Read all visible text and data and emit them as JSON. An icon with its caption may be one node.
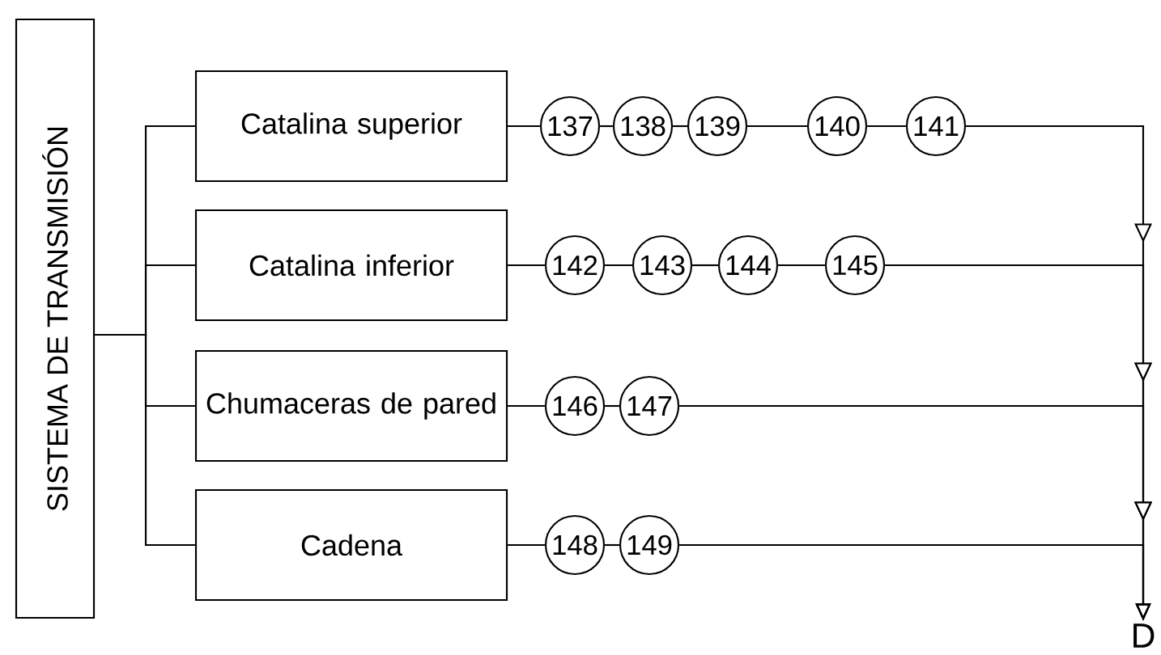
{
  "diagram": {
    "nodes": [
      {
        "text": [
          "SISTEMA DE TRANSMISIÓN"
        ]
      },
      {
        "text": [
          "Catalina superior"
        ]
      },
      {
        "text": [
          "137"
        ]
      },
      {
        "text": [
          "138"
        ]
      },
      {
        "text": [
          "139"
        ]
      },
      {
        "text": [
          "140"
        ]
      },
      {
        "text": [
          "141"
        ]
      },
      {
        "text": [
          "Catalina inferior"
        ]
      },
      {
        "text": [
          "142"
        ]
      },
      {
        "text": [
          "143"
        ]
      },
      {
        "text": [
          "144"
        ]
      },
      {
        "text": [
          "145"
        ]
      },
      {
        "text": [
          "Chumaceras de pared"
        ]
      },
      {
        "text": [
          "146"
        ]
      },
      {
        "text": [
          "147"
        ]
      },
      {
        "text": [
          "Cadena"
        ]
      },
      {
        "text": [
          "148"
        ]
      },
      {
        "text": [
          "149"
        ]
      },
      {
        "text": [
          "D"
        ]
      }
    ],
    "edges": [
      {
        "from": 0,
        "to": 1,
        "arrow": "none"
      },
      {
        "from": 0,
        "to": 7,
        "arrow": "none"
      },
      {
        "from": 0,
        "to": 12,
        "arrow": "none"
      },
      {
        "from": 0,
        "to": 15,
        "arrow": "none"
      },
      {
        "from": 1,
        "to": 2,
        "arrow": "none"
      },
      {
        "from": 2,
        "to": 3,
        "arrow": "none"
      },
      {
        "from": 3,
        "to": 4,
        "arrow": "none"
      },
      {
        "from": 4,
        "to": 5,
        "arrow": "none"
      },
      {
        "from": 5,
        "to": 6,
        "arrow": "none"
      },
      {
        "from": 7,
        "to": 8,
        "arrow": "none"
      },
      {
        "from": 8,
        "to": 9,
        "arrow": "none"
      },
      {
        "from": 9,
        "to": 10,
        "arrow": "none"
      },
      {
        "from": 10,
        "to": 11,
        "arrow": "none"
      },
      {
        "from": 12,
        "to": 13,
        "arrow": "none"
      },
      {
        "from": 13,
        "to": 14,
        "arrow": "none"
      },
      {
        "from": 15,
        "to": 16,
        "arrow": "none"
      },
      {
        "from": 16,
        "to": 17,
        "arrow": "none"
      },
      {
        "from": 6,
        "to": 18,
        "arrow": "to"
      },
      {
        "from": 11,
        "to": 18,
        "arrow": "to"
      },
      {
        "from": 14,
        "to": 18,
        "arrow": "to"
      },
      {
        "from": 17,
        "to": 18,
        "arrow": "to"
      }
    ]
  }
}
